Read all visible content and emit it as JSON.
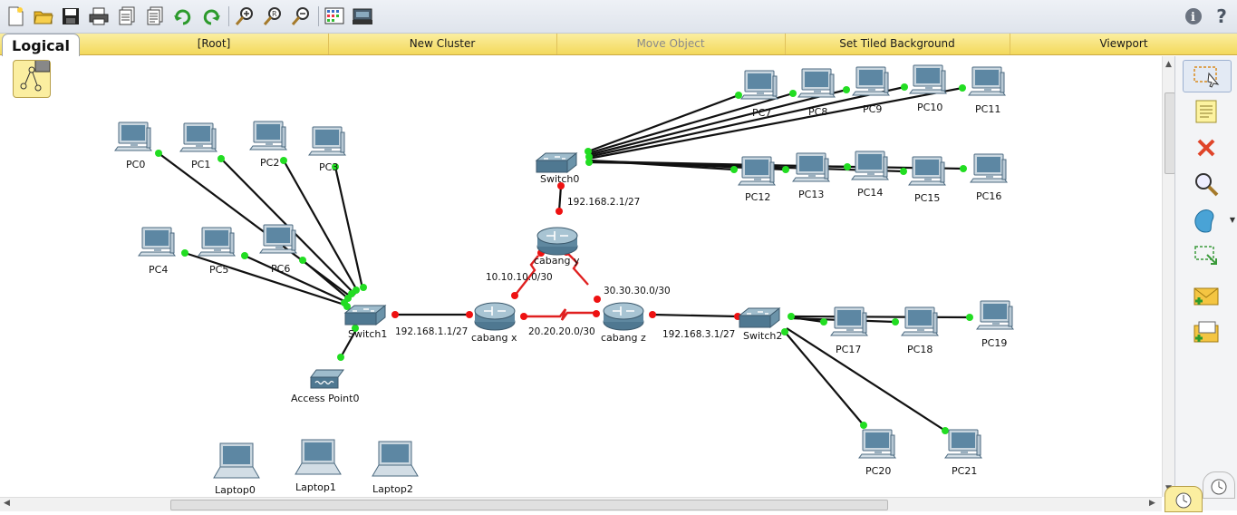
{
  "toolbar": {
    "buttons": [
      "new-file-icon",
      "open-folder-icon",
      "save-icon",
      "print-icon",
      "activity-wizard-icon",
      "edit-icon",
      "undo-icon",
      "redo-icon",
      "zoom-in-icon",
      "zoom-reset-icon",
      "zoom-out-icon",
      "palette-icon",
      "custom-device-icon"
    ],
    "right_buttons": [
      "info-icon",
      "help-icon"
    ],
    "help_glyph": "?",
    "info_glyph": "i"
  },
  "workspace": {
    "tab_label": "Logical",
    "nav": {
      "root": "[Root]",
      "new_cluster": "New Cluster",
      "move_object": "Move Object",
      "tiled_background": "Set Tiled Background",
      "viewport": "Viewport"
    }
  },
  "topology": {
    "pcs": [
      "PC0",
      "PC1",
      "PC2",
      "PC3",
      "PC4",
      "PC5",
      "PC6",
      "PC7",
      "PC8",
      "PC9",
      "PC10",
      "PC11",
      "PC12",
      "PC13",
      "PC14",
      "PC15",
      "PC16",
      "PC17",
      "PC18",
      "PC19",
      "PC20",
      "PC21"
    ],
    "switches": [
      "Switch0",
      "Switch1",
      "Switch2"
    ],
    "routers": [
      "cabang y",
      "cabang x",
      "cabang z"
    ],
    "access_point": "Access Point0",
    "laptops": [
      "Laptop0",
      "Laptop1",
      "Laptop2"
    ],
    "networks": {
      "sw0_net": "192.168.2.1/27",
      "sw1_net": "192.168.1.1/27",
      "sw2_net": "192.168.3.1/27",
      "xy_net": "10.10.10.0/30",
      "yz_net": "30.30.30.0/30",
      "xz_net": "20.20.20.0/30"
    }
  },
  "colors": {
    "link_up": "#22dd22",
    "link_down": "#ee1111",
    "serial_link": "#e02020",
    "toolbar_bg": "#e6eaf0",
    "navbar_bg": "#f6e07a"
  },
  "sidebar": {
    "tools": [
      "select-icon",
      "note-icon",
      "delete-icon",
      "inspect-icon",
      "draw-shape-icon",
      "resize-icon",
      "add-simple-pdu-icon",
      "add-complex-pdu-icon"
    ]
  }
}
